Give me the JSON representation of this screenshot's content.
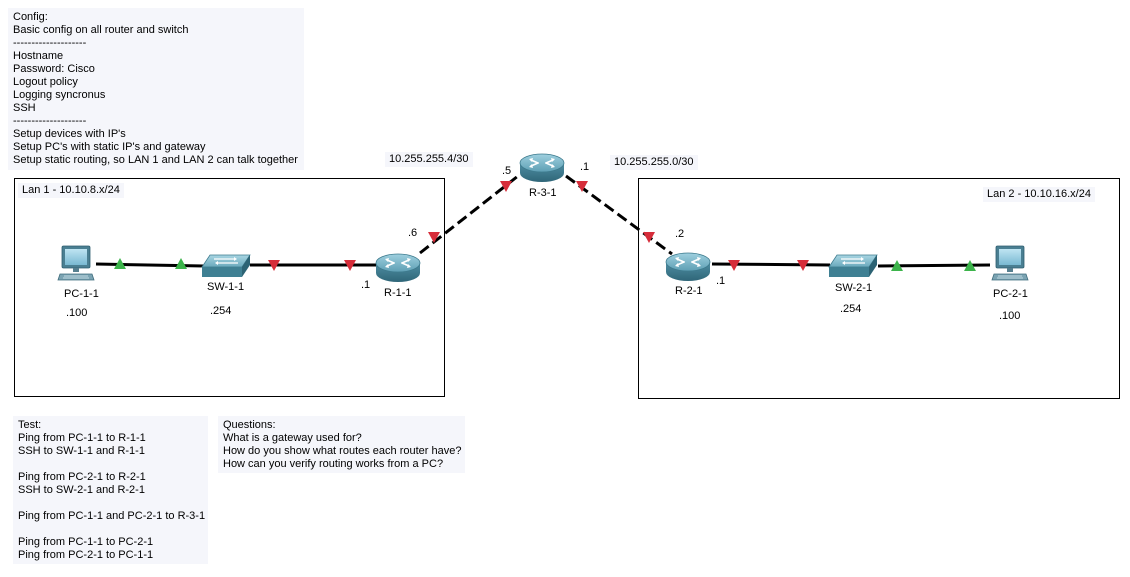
{
  "notes": {
    "config": [
      "Config:",
      "Basic config on all router and switch",
      "--------------------",
      "Hostname",
      "Password: Cisco",
      "Logout policy",
      "Logging syncronus",
      "SSH",
      "--------------------",
      "Setup devices with IP's",
      "Setup PC's with static IP's and gateway",
      "Setup static routing, so LAN 1 and LAN 2 can talk together"
    ],
    "test": [
      "Test:",
      "Ping from PC-1-1 to R-1-1",
      "SSH to SW-1-1 and R-1-1",
      "",
      "Ping from PC-2-1 to R-2-1",
      "SSH to SW-2-1 and R-2-1",
      "",
      "Ping from PC-1-1 and PC-2-1 to R-3-1",
      "",
      "Ping from PC-1-1 to PC-2-1",
      "Ping from PC-2-1 to PC-1-1"
    ],
    "questions": [
      "Questions:",
      "What is a gateway used for?",
      "How do you show what routes each router have?",
      "How can you verify routing works from a PC?"
    ]
  },
  "lans": {
    "lan1": {
      "title": "Lan 1 - 10.10.8.x/24"
    },
    "lan2": {
      "title": "Lan 2 - 10.10.16.x/24"
    }
  },
  "subnets": {
    "left": "10.255.255.4/30",
    "right": "10.255.255.0/30"
  },
  "devices": {
    "pc11": {
      "name": "PC-1-1",
      "ip": ".100",
      "icon": "pc-icon"
    },
    "sw11": {
      "name": "SW-1-1",
      "ip": ".254",
      "icon": "switch-icon"
    },
    "r11": {
      "name": "R-1-1",
      "ip_lan": ".1",
      "ip_wan": ".6",
      "icon": "router-icon"
    },
    "r31": {
      "name": "R-3-1",
      "ip_left": ".5",
      "ip_right": ".1",
      "icon": "router-icon"
    },
    "r21": {
      "name": "R-2-1",
      "ip_wan": ".2",
      "ip_lan": ".1",
      "icon": "router-icon"
    },
    "sw21": {
      "name": "SW-2-1",
      "ip": ".254",
      "icon": "switch-icon"
    },
    "pc21": {
      "name": "PC-2-1",
      "ip": ".100",
      "icon": "pc-icon"
    }
  },
  "colors": {
    "link_up": "#3cb44b",
    "link_down": "#d62d3a",
    "note_bg": "#f5f6fb",
    "router": "#5f9db2",
    "switch": "#4f92a6"
  }
}
